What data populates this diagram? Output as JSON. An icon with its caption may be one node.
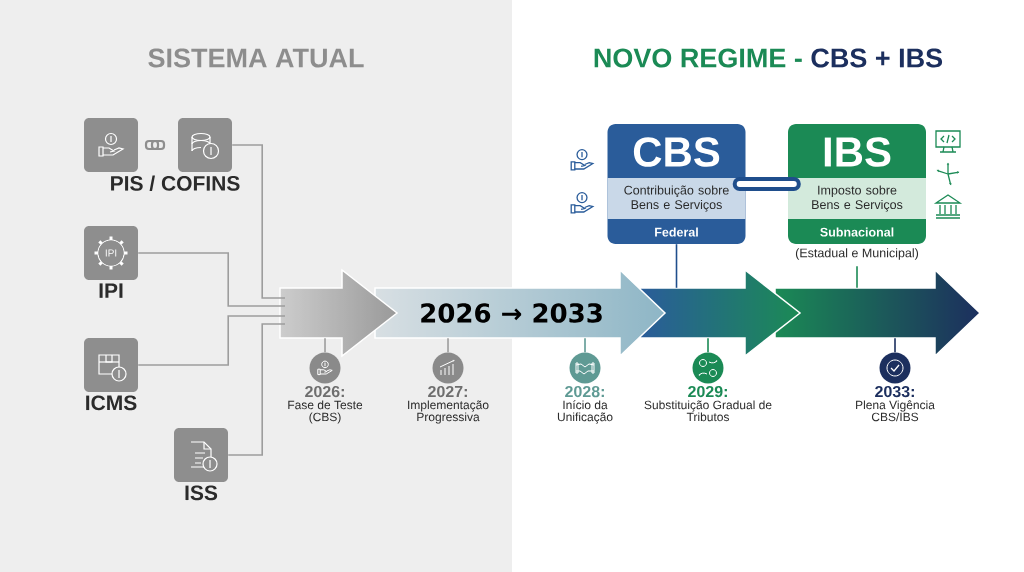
{
  "diagram": {
    "nodes": [
      {
        "text": [
          "PIS / COFINS"
        ]
      },
      {
        "text": [
          "IPI",
          "IPI"
        ]
      },
      {
        "text": [
          "ICMS"
        ]
      },
      {
        "text": [
          "ISS"
        ]
      },
      {
        "text": [
          "2026 → 2033"
        ]
      },
      {
        "text": [
          "2026:",
          "Fase de Teste (CBS)"
        ]
      },
      {
        "text": [
          "2027:",
          "Implementação Progressiva"
        ]
      },
      {
        "text": [
          "2028:",
          "Início da Unificação"
        ]
      },
      {
        "text": [
          "2029:",
          "Substituição Gradual de Tributos"
        ]
      },
      {
        "text": [
          "2033:",
          "Plena Vigência CBS/IBS"
        ]
      },
      {
        "text": [
          "CBS",
          "Contribuição sobre Bens e Serviços",
          "Federal"
        ]
      },
      {
        "text": [
          "IBS",
          "Imposto sobre Bens e Serviços",
          "Subnacional"
        ],
        "beside": [
          "(Estadual e Municipal)"
        ]
      }
    ],
    "edges": [
      {
        "from": 0,
        "to": 4,
        "arrow": "none"
      },
      {
        "from": 1,
        "to": 4,
        "arrow": "none"
      },
      {
        "from": 2,
        "to": 4,
        "arrow": "none"
      },
      {
        "from": 3,
        "to": 4,
        "arrow": "none"
      },
      {
        "from": 4,
        "to": 5,
        "arrow": "none"
      },
      {
        "from": 4,
        "to": 6,
        "arrow": "none"
      },
      {
        "from": 4,
        "to": 7,
        "arrow": "none",
        "color": "#5f9a94"
      },
      {
        "from": 4,
        "to": 8,
        "arrow": "none",
        "color": "#1b8a55"
      },
      {
        "from": 4,
        "to": 9,
        "arrow": "none",
        "color": "#1c2f5e"
      },
      {
        "from": 10,
        "to": 4,
        "arrow": "none",
        "color": "#1f4e8c"
      },
      {
        "from": 11,
        "to": 4,
        "arrow": "none",
        "color": "#1b8a55"
      },
      {
        "from": 10,
        "to": 11,
        "arrow": "none",
        "style": "thick",
        "color": "#1f4e8c"
      }
    ],
    "labels": [
      "SISTEMA ATUAL",
      "NOVO REGIME -",
      "CBS + IBS"
    ]
  }
}
